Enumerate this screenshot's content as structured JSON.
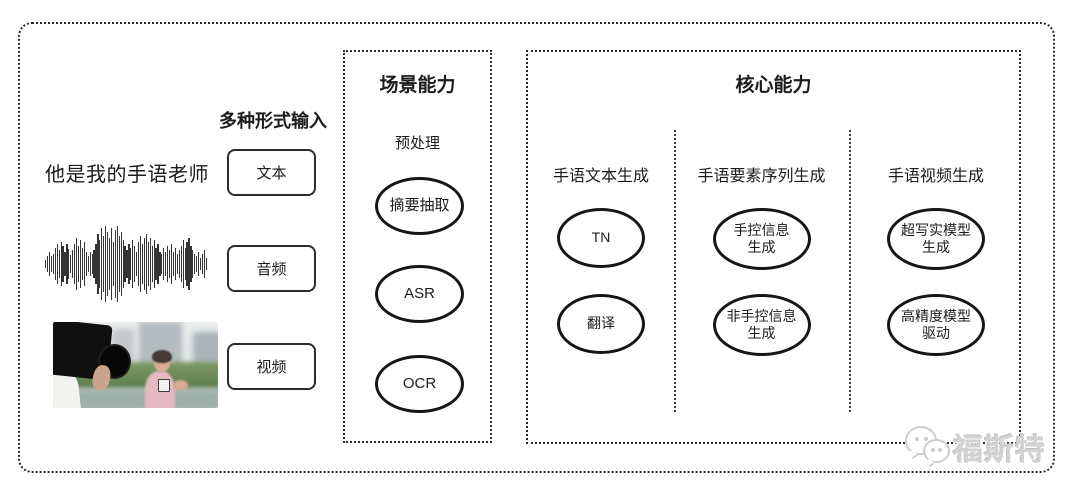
{
  "input_section": {
    "header": "多种形式输入",
    "sample_text": "他是我的手语老师",
    "boxes": [
      {
        "label": "文本"
      },
      {
        "label": "音频"
      },
      {
        "label": "视频"
      }
    ]
  },
  "scene_box": {
    "title": "场景能力",
    "subtitle": "预处理",
    "nodes": [
      {
        "label": "摘要抽取"
      },
      {
        "label": "ASR"
      },
      {
        "label": "OCR"
      }
    ]
  },
  "core_box": {
    "title": "核心能力",
    "columns": [
      {
        "header": "手语文本生成",
        "nodes": [
          {
            "label": "TN"
          },
          {
            "label": "翻译"
          }
        ]
      },
      {
        "header": "手语要素序列生成",
        "nodes": [
          {
            "label": "手控信息\n生成"
          },
          {
            "label": "非手控信息\n生成"
          }
        ]
      },
      {
        "header": "手语视频生成",
        "nodes": [
          {
            "label": "超写实模型\n生成"
          },
          {
            "label": "高精度模型\n驱动"
          }
        ]
      }
    ]
  },
  "watermark": {
    "text": "福斯特",
    "icon": "wechat-logo"
  },
  "waveform": {
    "icon": "audio-waveform",
    "bars": [
      4,
      8,
      12,
      8,
      10,
      16,
      20,
      14,
      22,
      18,
      12,
      20,
      15,
      9,
      14,
      20,
      26,
      18,
      24,
      16,
      22,
      12,
      8,
      12,
      10,
      14,
      20,
      30,
      24,
      36,
      28,
      38,
      32,
      26,
      36,
      22,
      34,
      38,
      28,
      32,
      24,
      18,
      14,
      20,
      16,
      24,
      18,
      12,
      22,
      28,
      20,
      26,
      30,
      22,
      26,
      18,
      24,
      16,
      20,
      12,
      10,
      16,
      12,
      18,
      14,
      20,
      12,
      16,
      10,
      14,
      18,
      24,
      16,
      22,
      26,
      18,
      14,
      10,
      8,
      12,
      6,
      10,
      14,
      6
    ]
  },
  "colors": {
    "line": "#2b2b2b",
    "watermark_gray": "#d2d2d2",
    "reporter_pink": "#e7b9c3",
    "hedge_green": "#6f8f5c"
  }
}
